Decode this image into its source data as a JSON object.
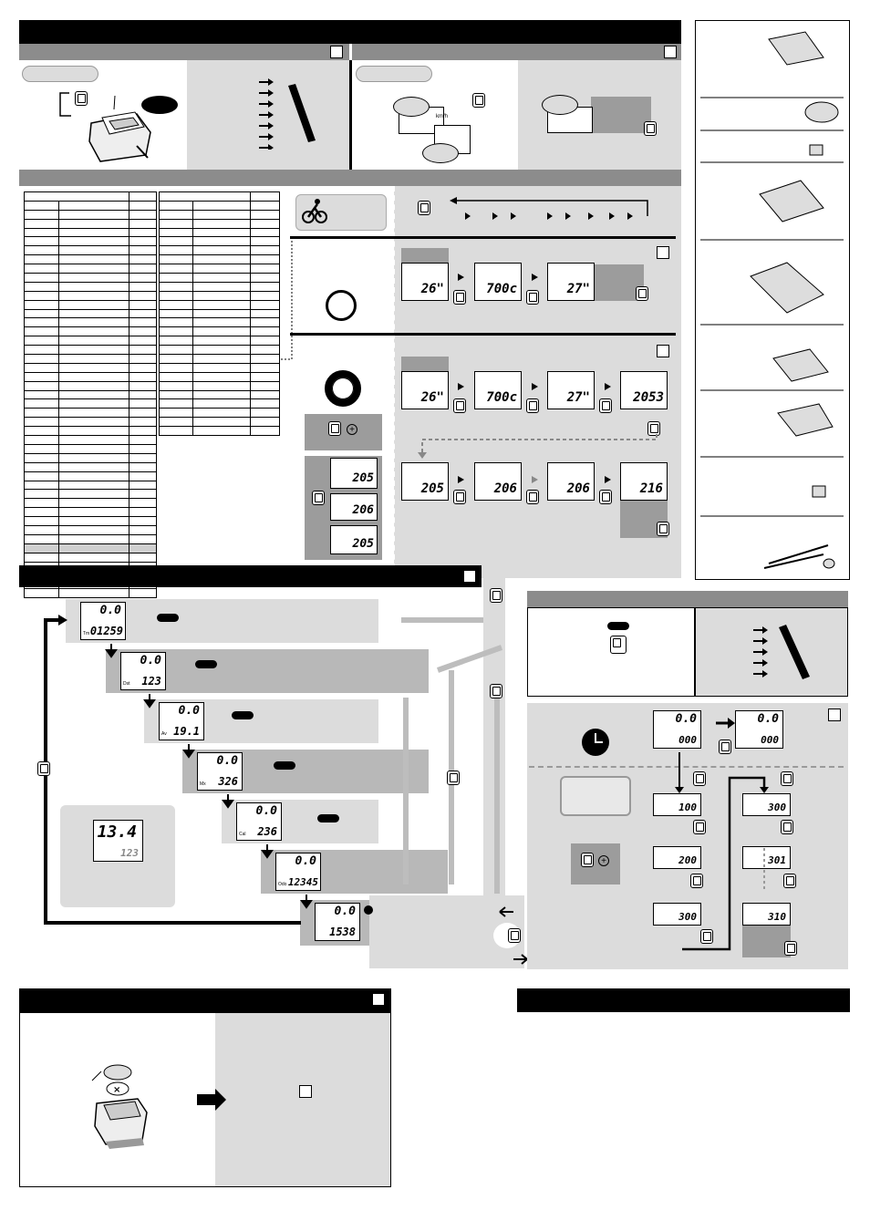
{
  "lcd": {
    "wheel1": "26\"",
    "wheel2": "700c",
    "wheel3": "27\"",
    "wheel4": "2053",
    "adj1": "205",
    "adj2": "206",
    "adj3": "206",
    "adj4": "216",
    "side1": "205",
    "side2": "206",
    "side3": "205",
    "tm": "01259",
    "dst": "123",
    "av": "19.1",
    "mx": "326",
    "cal": "236",
    "odo": "12345",
    "clock": "1538",
    "speed_big": "13.4",
    "speed_sub": "123",
    "zero": "0.0",
    "time1": "000",
    "time2": "000",
    "time3": "100",
    "time4": "200",
    "time5": "300",
    "time6": "300",
    "time7": "301",
    "time8": "310"
  },
  "labels": {
    "kmh": "km/h",
    "tm": "Tm",
    "dst": "Dst",
    "av": "Av",
    "mx": "Mx",
    "cal": "Cal",
    "odo": "Odo"
  },
  "colors": {
    "bar": "#000000",
    "panel": "#dcdcdc",
    "section": "#8c8c8c"
  }
}
